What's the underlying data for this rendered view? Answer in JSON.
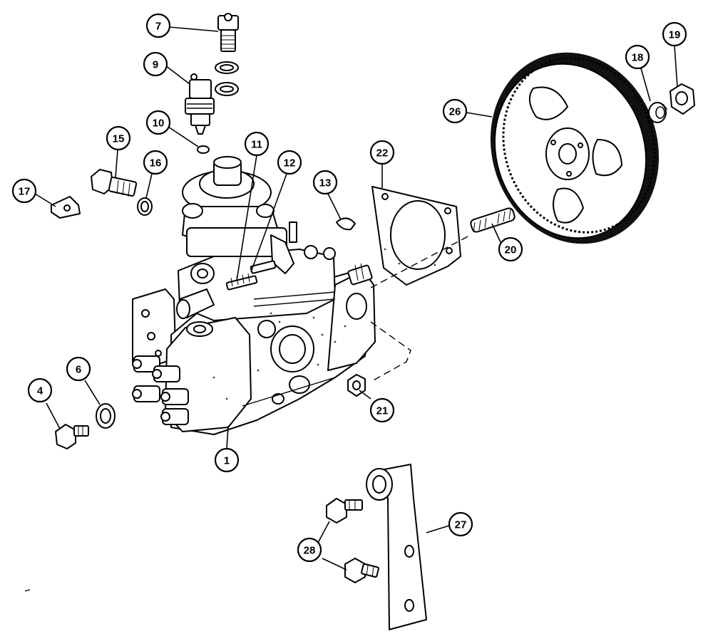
{
  "callouts": [
    {
      "id": "7",
      "label": "7"
    },
    {
      "id": "9",
      "label": "9"
    },
    {
      "id": "10",
      "label": "10"
    },
    {
      "id": "15",
      "label": "15"
    },
    {
      "id": "16",
      "label": "16"
    },
    {
      "id": "17",
      "label": "17"
    },
    {
      "id": "11",
      "label": "11"
    },
    {
      "id": "12",
      "label": "12"
    },
    {
      "id": "13",
      "label": "13"
    },
    {
      "id": "22",
      "label": "22"
    },
    {
      "id": "26",
      "label": "26"
    },
    {
      "id": "18",
      "label": "18"
    },
    {
      "id": "19",
      "label": "19"
    },
    {
      "id": "20",
      "label": "20"
    },
    {
      "id": "21",
      "label": "21"
    },
    {
      "id": "4",
      "label": "4"
    },
    {
      "id": "6",
      "label": "6"
    },
    {
      "id": "1",
      "label": "1"
    },
    {
      "id": "27",
      "label": "27"
    },
    {
      "id": "28",
      "label": "28"
    }
  ],
  "colors": {
    "ink": "#000000",
    "paper": "#ffffff"
  }
}
